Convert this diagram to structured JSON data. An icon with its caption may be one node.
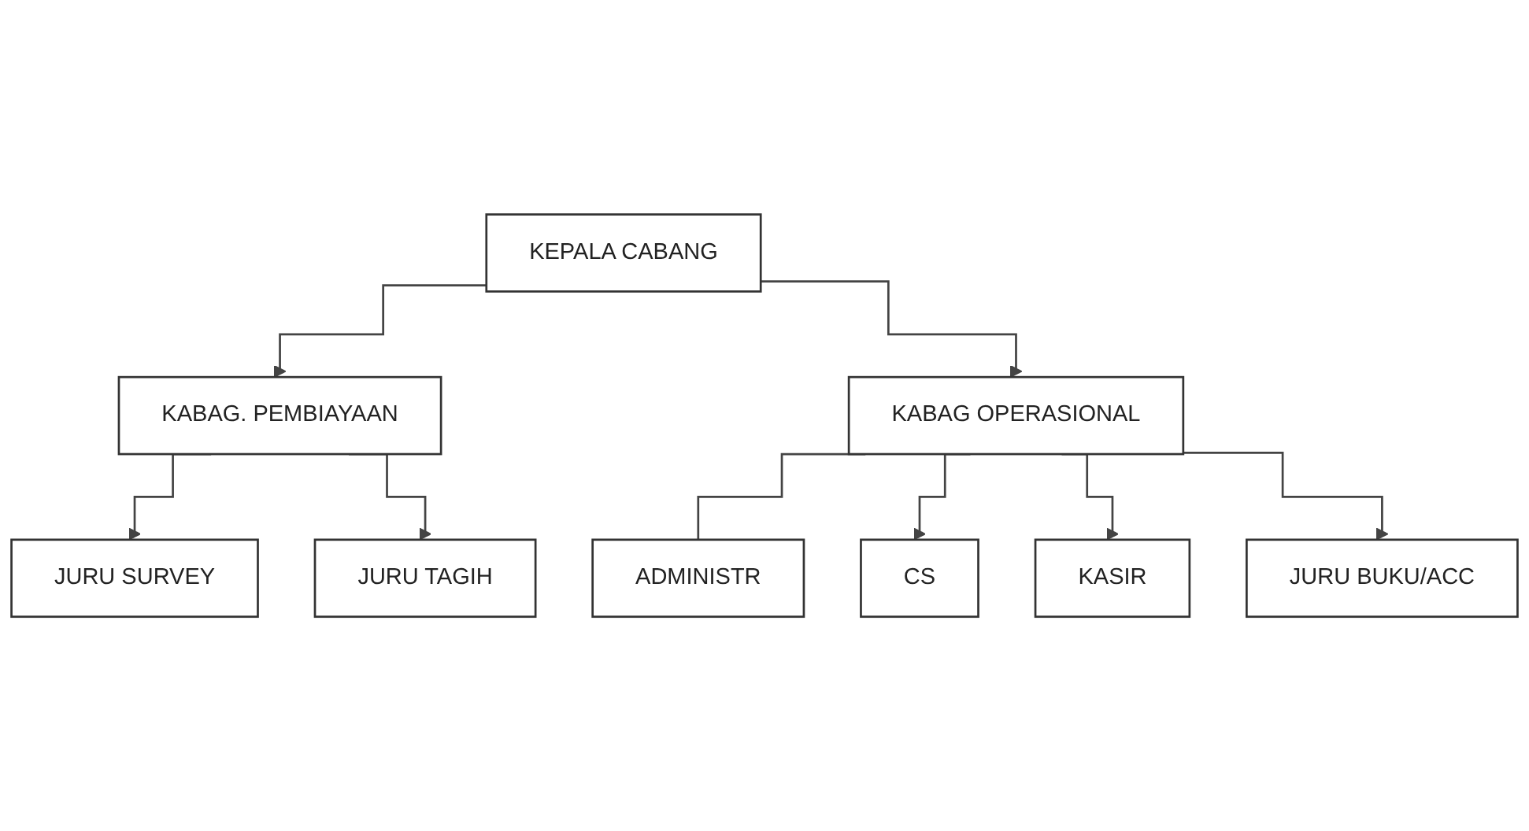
{
  "diagram": {
    "nodes": [
      {
        "text": [
          "KEPALA CABANG"
        ]
      },
      {
        "text": [
          "KABAG. PEMBIAYAAN"
        ]
      },
      {
        "text": [
          "KABAG OPERASIONAL"
        ]
      },
      {
        "text": [
          "JURU SURVEY"
        ]
      },
      {
        "text": [
          "JURU TAGIH"
        ]
      },
      {
        "text": [
          "ADMINISTR"
        ]
      },
      {
        "text": [
          "CS"
        ]
      },
      {
        "text": [
          "KASIR"
        ]
      },
      {
        "text": [
          "JURU BUKU/ACC"
        ]
      }
    ],
    "edges": [
      {
        "from": 0,
        "to": 1,
        "arrow": "to"
      },
      {
        "from": 0,
        "to": 2,
        "arrow": "to"
      },
      {
        "from": 1,
        "to": 3,
        "arrow": "to"
      },
      {
        "from": 1,
        "to": 4,
        "arrow": "to"
      },
      {
        "from": 2,
        "to": 5,
        "arrow": "none"
      },
      {
        "from": 2,
        "to": 6,
        "arrow": "to"
      },
      {
        "from": 2,
        "to": 7,
        "arrow": "to"
      },
      {
        "from": 2,
        "to": 8,
        "arrow": "to"
      }
    ]
  }
}
